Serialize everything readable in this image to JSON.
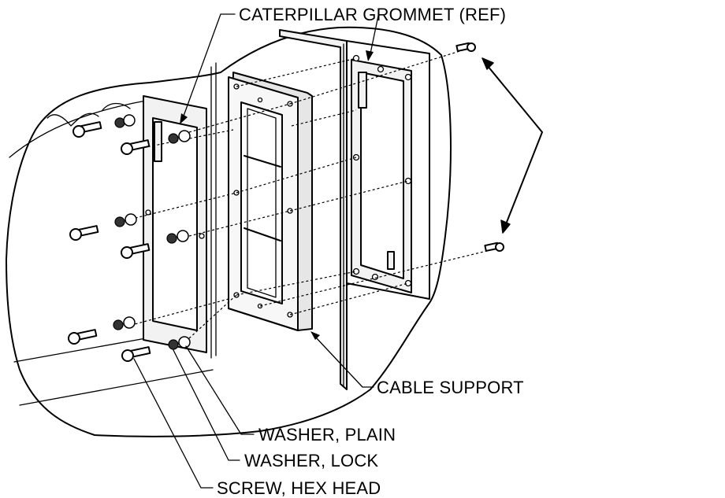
{
  "callouts": {
    "caterpillar_grommet": "CATERPILLAR GROMMET (REF)",
    "cable_support": "CABLE SUPPORT",
    "washer_plain": "WASHER, PLAIN",
    "washer_lock": "WASHER, LOCK",
    "screw_hex_head": "SCREW, HEX HEAD"
  },
  "colors": {
    "ink": "#000000",
    "background": "#ffffff",
    "panel_shade": "#f2f2f2"
  }
}
